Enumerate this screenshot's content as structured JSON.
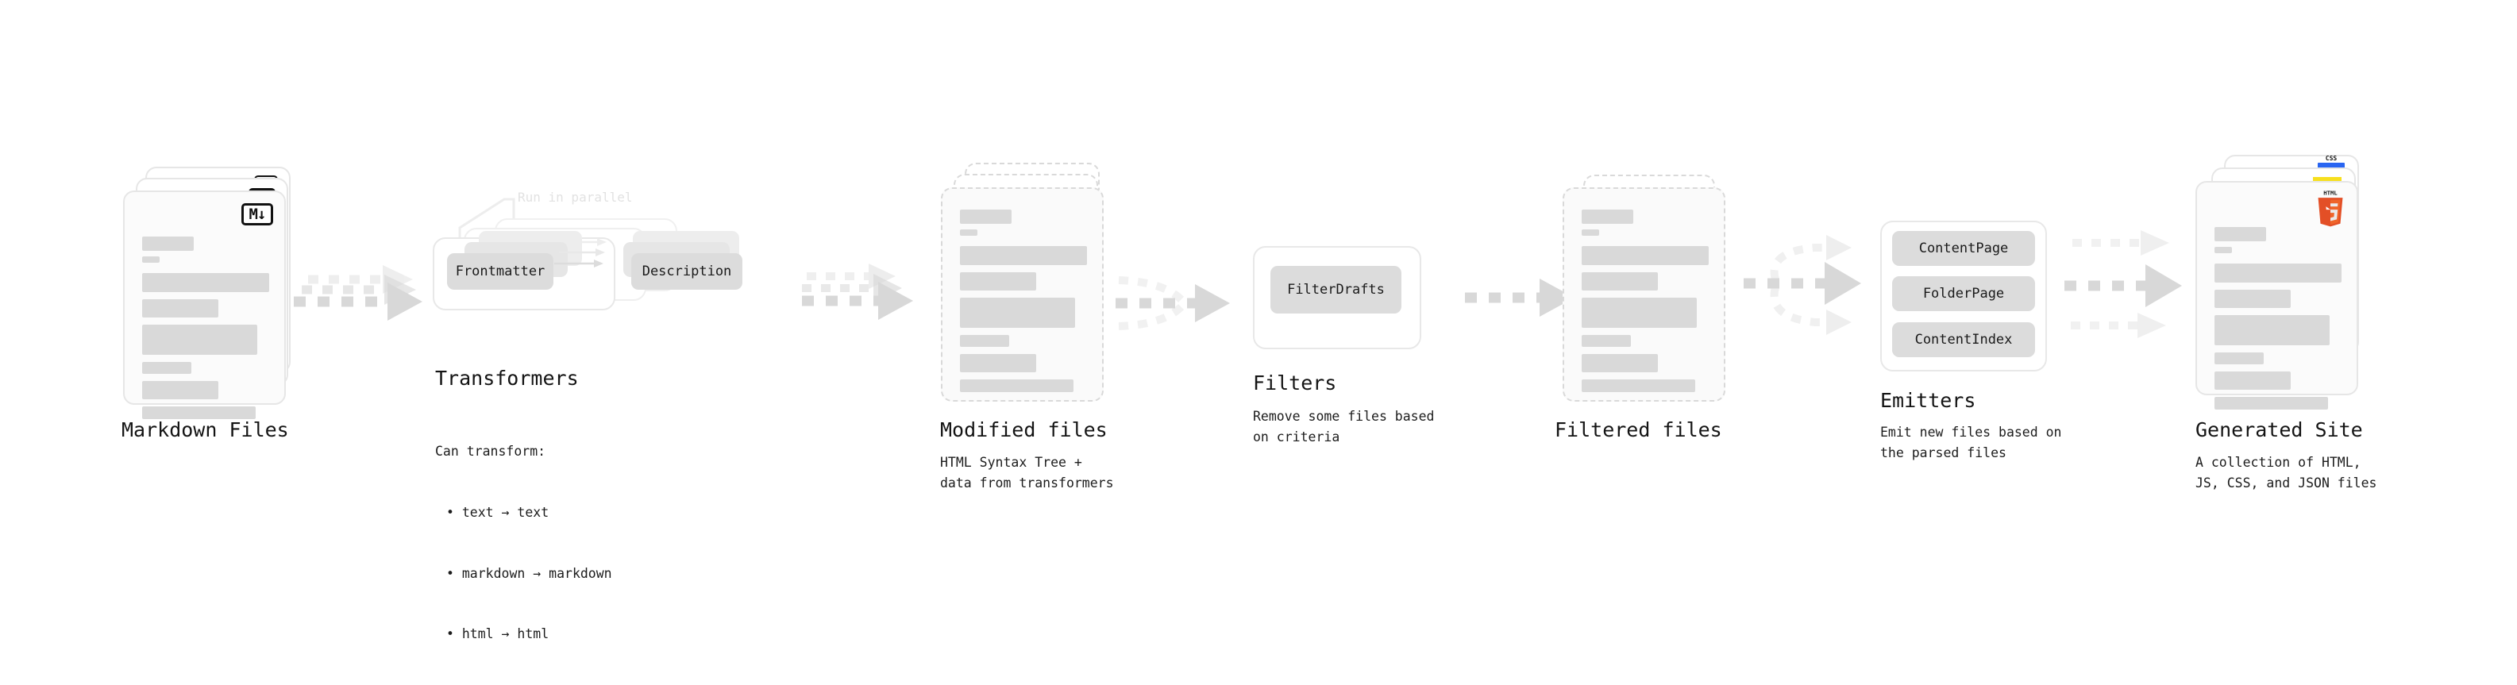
{
  "diagram": {
    "title_hint": "Run in parallel",
    "stages": [
      {
        "id": "markdown-files",
        "title": "Markdown Files",
        "subtitle": "",
        "badge": "M↓",
        "badge_name": "markdown-badge"
      },
      {
        "id": "transformers",
        "title": "Transformers",
        "subtitle_head": "Can transform:",
        "bullets": [
          "• text → text",
          "• markdown → markdown",
          "• html → html"
        ],
        "chips": [
          "Frontmatter",
          "Description"
        ],
        "hint": "Run in parallel"
      },
      {
        "id": "modified-files",
        "title": "Modified files",
        "subtitle": "HTML Syntax Tree +\ndata from transformers"
      },
      {
        "id": "filters",
        "title": "Filters",
        "subtitle": "Remove some files based\non criteria",
        "chips": [
          "FilterDrafts"
        ]
      },
      {
        "id": "filtered-files",
        "title": "Filtered files",
        "subtitle": ""
      },
      {
        "id": "emitters",
        "title": "Emitters",
        "subtitle": "Emit new files based on\nthe parsed files",
        "chips": [
          "ContentPage",
          "FolderPage",
          "ContentIndex"
        ]
      },
      {
        "id": "generated-site",
        "title": "Generated Site",
        "subtitle": "A collection of HTML,\nJS, CSS, and JSON files",
        "badges": [
          "HTML5",
          "JS",
          "CSS"
        ]
      }
    ],
    "colors": {
      "background": "#ffffff",
      "card_fill": "#fbfbfb",
      "card_border": "#e6e6e6",
      "bar": "#d9d9d9",
      "chip": "#dcdcdc",
      "arrow": "#d8d8d8",
      "text": "#141414",
      "hint_text": "#e2e2e2",
      "html5": "#e34f26",
      "css": "#2965f1",
      "js": "#f7df1e"
    },
    "html5_label": "HTML",
    "html5_digit": "5",
    "css_label": "CSS"
  }
}
